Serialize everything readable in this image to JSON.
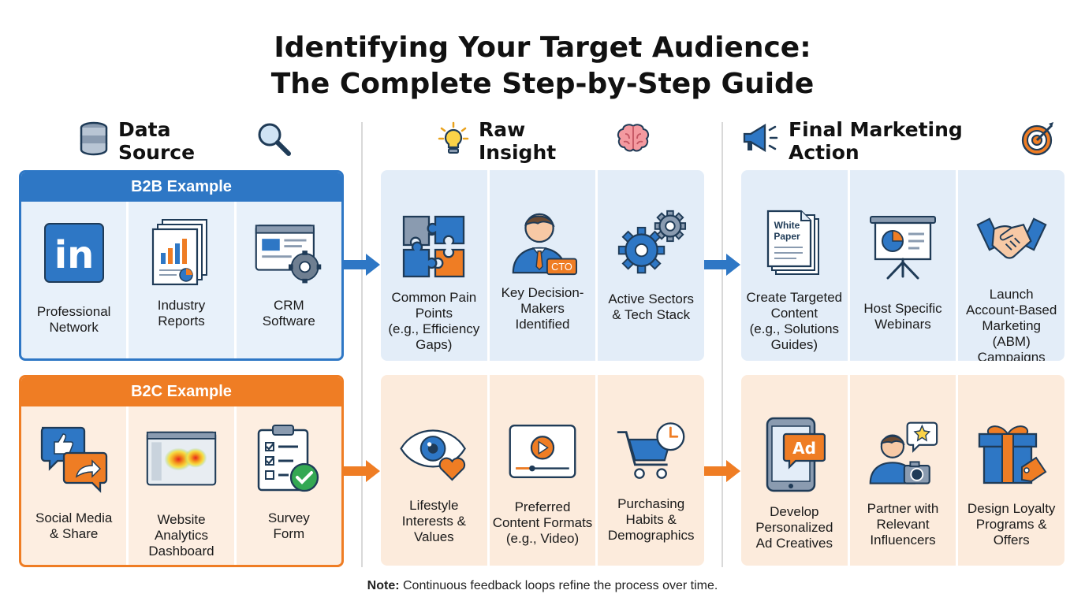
{
  "title": {
    "line1": "Identifying Your Target Audience:",
    "line2": "The Complete Step-by-Step Guide"
  },
  "columns": [
    {
      "label": "Data Source",
      "icons": [
        "database-icon",
        "magnifier-icon"
      ]
    },
    {
      "label": "Raw Insight",
      "icons": [
        "lightbulb-icon",
        "brain-icon"
      ]
    },
    {
      "label": "Final Marketing Action",
      "icons": [
        "megaphone-icon",
        "target-icon"
      ]
    }
  ],
  "b2b": {
    "header": "B2B Example",
    "sources": [
      {
        "label": "Professional\nNetwork",
        "icon": "linkedin-icon",
        "icon_text": "in"
      },
      {
        "label": "Industry\nReports",
        "icon": "report-icon"
      },
      {
        "label": "CRM\nSoftware",
        "icon": "crm-software-icon"
      }
    ],
    "insights": [
      {
        "label": "Common Pain\nPoints\n(e.g., Efficiency\nGaps)",
        "icon": "puzzle-icon"
      },
      {
        "label": "Key Decision-\nMakers\nIdentified",
        "icon": "decision-maker-icon",
        "icon_text": "CTO"
      },
      {
        "label": "Active Sectors\n& Tech Stack",
        "icon": "gears-icon"
      }
    ],
    "actions": [
      {
        "label": "Create Targeted\nContent\n(e.g., Solutions\nGuides)",
        "icon": "white-paper-icon",
        "icon_text": "White\nPaper"
      },
      {
        "label": "Host Specific\nWebinars",
        "icon": "presentation-board-icon"
      },
      {
        "label": "Launch\nAccount-Based\nMarketing (ABM)\nCampaigns",
        "icon": "handshake-icon"
      }
    ]
  },
  "b2c": {
    "header": "B2C Example",
    "sources": [
      {
        "label": "Social Media\n& Share",
        "icon": "social-media-icon"
      },
      {
        "label": "Website\nAnalytics\nDashboard",
        "icon": "heatmap-icon"
      },
      {
        "label": "Survey\nForm",
        "icon": "survey-clipboard-icon"
      }
    ],
    "insights": [
      {
        "label": "Lifestyle\nInterests &\nValues",
        "icon": "eye-heart-icon"
      },
      {
        "label": "Preferred\nContent Formats\n(e.g., Video)",
        "icon": "video-player-icon"
      },
      {
        "label": "Purchasing\nHabits &\nDemographics",
        "icon": "shopping-cart-icon"
      }
    ],
    "actions": [
      {
        "label": "Develop\nPersonalized\nAd Creatives",
        "icon": "phone-ad-icon",
        "icon_text": "Ad"
      },
      {
        "label": "Partner with\nRelevant\nInfluencers",
        "icon": "influencer-icon"
      },
      {
        "label": "Design Loyalty\nPrograms &\nOffers",
        "icon": "gift-icon"
      }
    ]
  },
  "note": {
    "bold": "Note:",
    "text": " Continuous feedback loops refine the process over time."
  },
  "colors": {
    "blue": "#2e77c5",
    "orange": "#ef7d24",
    "navy": "#1f3b57"
  }
}
